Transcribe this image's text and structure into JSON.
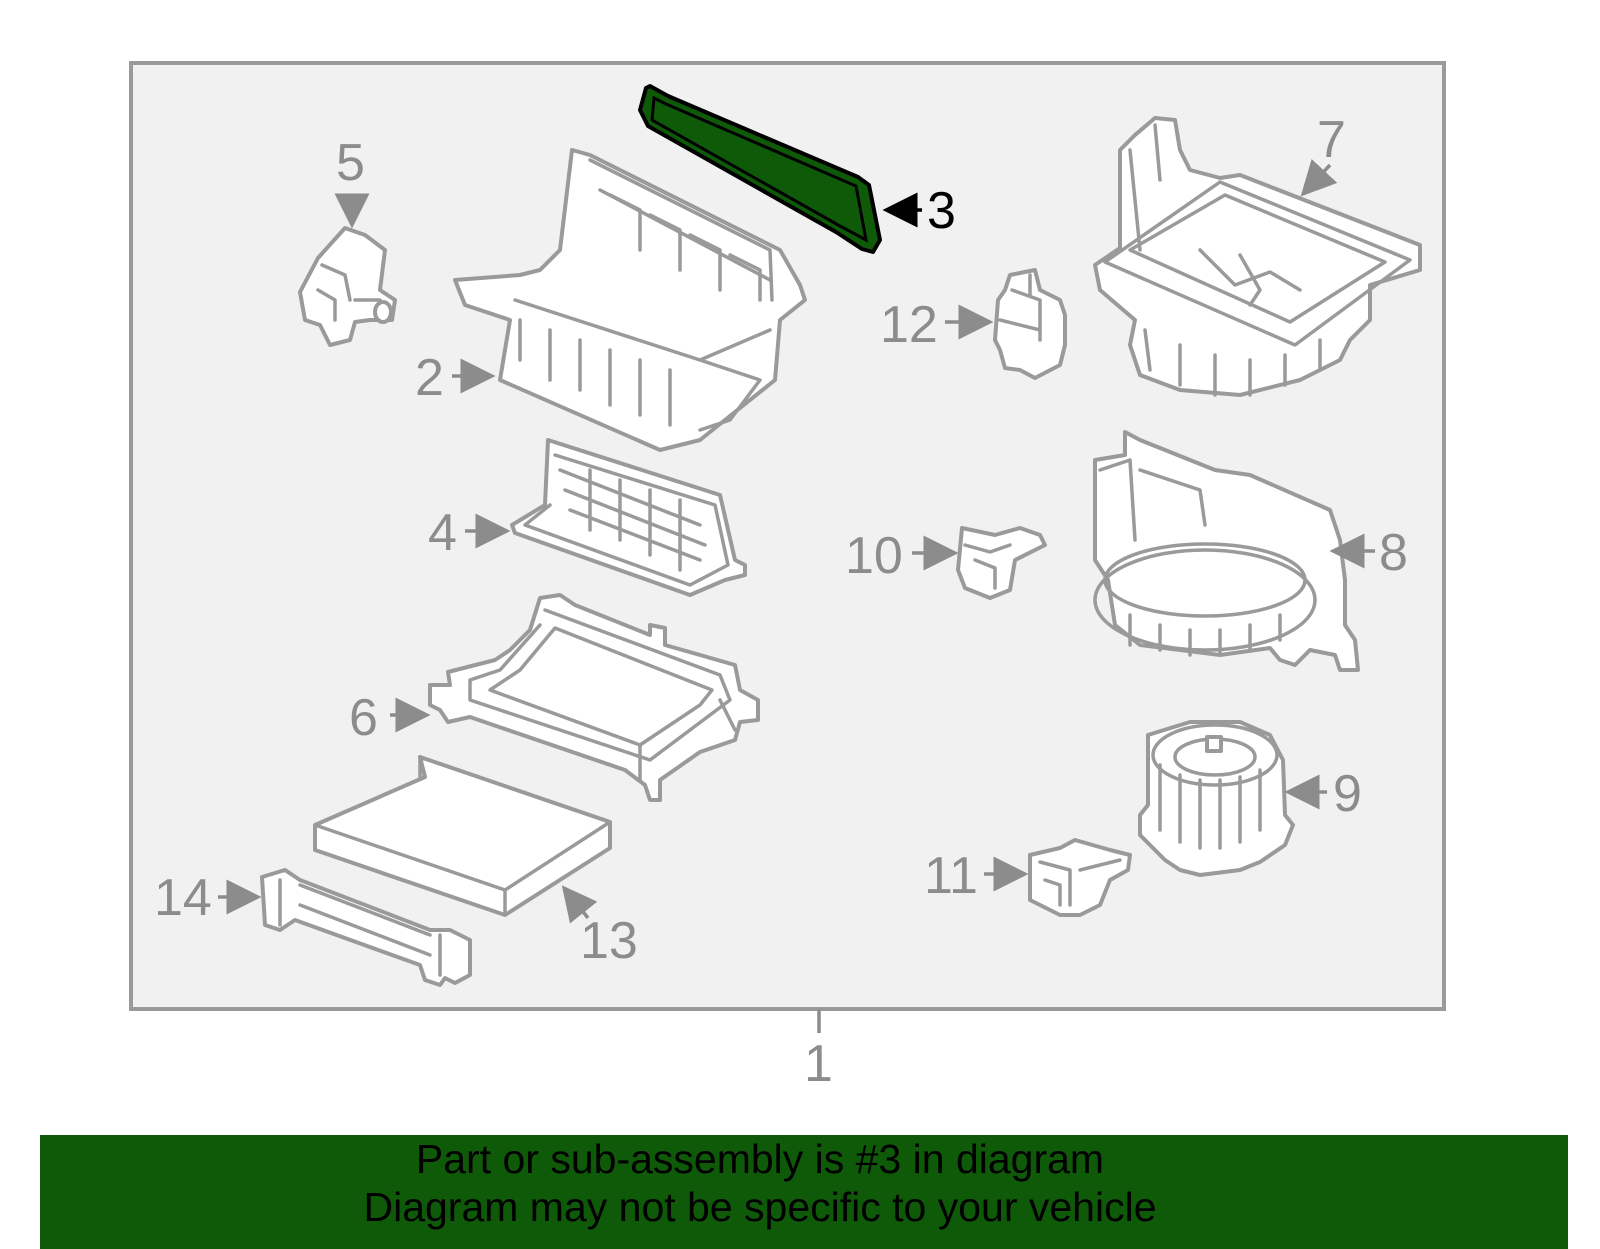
{
  "diagram": {
    "highlight_color": "#0f5a08",
    "highlighted_part": "3",
    "callouts": [
      "1",
      "2",
      "3",
      "4",
      "5",
      "6",
      "7",
      "8",
      "9",
      "10",
      "11",
      "12",
      "13",
      "14"
    ]
  },
  "banner": {
    "line1": "Part or sub-assembly is #3 in diagram",
    "line2": "Diagram may not be specific to your vehicle",
    "background": "#0f5a08"
  }
}
